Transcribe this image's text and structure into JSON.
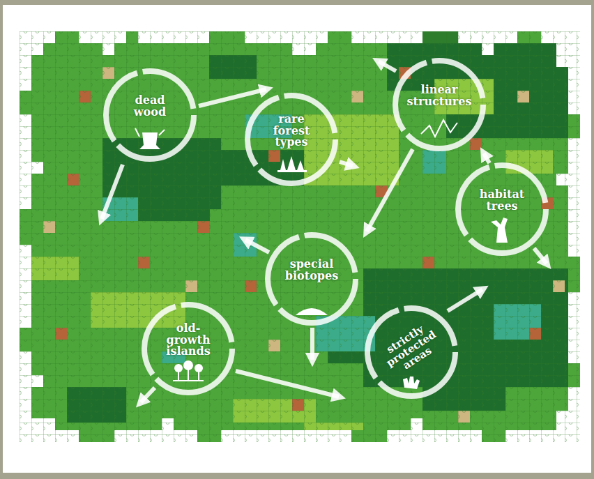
{
  "diagram": {
    "nodes": [
      {
        "text": [
          "dead wood"
        ]
      },
      {
        "text": [
          "rare forest types"
        ]
      },
      {
        "text": [
          "linear structures"
        ]
      },
      {
        "text": [
          "habitat trees"
        ]
      },
      {
        "text": [
          "special biotopes"
        ]
      },
      {
        "text": [
          "old- growth islands"
        ]
      },
      {
        "text": [
          "strictly protected areas"
        ]
      }
    ]
  }
}
